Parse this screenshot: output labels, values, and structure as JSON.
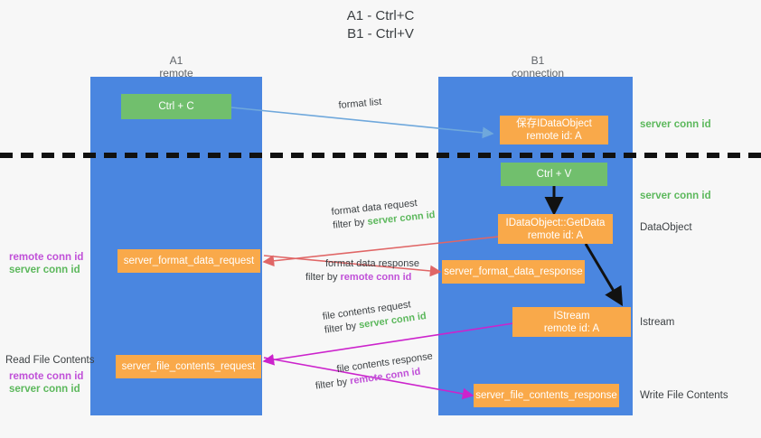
{
  "title": {
    "line1": "A1 - Ctrl+C",
    "line2": "B1 - Ctrl+V"
  },
  "columns": [
    {
      "name": "A1",
      "sub": "remote"
    },
    {
      "name": "B1",
      "sub": "connection"
    }
  ],
  "colors": {
    "lane": "#4a86e0",
    "orange": "#f9a94a",
    "green_box": "#71bf6d",
    "server_conn": "#5cb85c",
    "remote_conn": "#c050d8",
    "arrow_blue": "#6fa8dc",
    "arrow_red": "#e06666",
    "arrow_magenta": "#cc23cc",
    "arrow_black": "#000000",
    "background": "#f7f7f7"
  },
  "nodes": [
    {
      "id": "ctrl-c",
      "label1": "Ctrl + C",
      "label2": "",
      "style": "green"
    },
    {
      "id": "save-idataobject",
      "label1": "保存IDataObject",
      "label2": "remote id: A",
      "style": "orange"
    },
    {
      "id": "ctrl-v",
      "label1": "Ctrl + V",
      "label2": "",
      "style": "green"
    },
    {
      "id": "idataobject-getdata",
      "label1": "IDataObject::GetData",
      "label2": "remote id: A",
      "style": "orange"
    },
    {
      "id": "server-format-data-request",
      "label1": "server_format_data_request",
      "label2": "",
      "style": "orange"
    },
    {
      "id": "server-format-data-response",
      "label1": "server_format_data_response",
      "label2": "",
      "style": "orange"
    },
    {
      "id": "istream",
      "label1": "IStream",
      "label2": "remote id: A",
      "style": "orange"
    },
    {
      "id": "server-file-contents-request",
      "label1": "server_file_contents_request",
      "label2": "",
      "style": "orange"
    },
    {
      "id": "server-file-contents-response",
      "label1": "server_file_contents_response",
      "label2": "",
      "style": "orange"
    }
  ],
  "right_labels": [
    {
      "id": "server-conn-id-1",
      "text": "server conn id",
      "kind": "green"
    },
    {
      "id": "server-conn-id-2",
      "text": "server conn id",
      "kind": "green"
    },
    {
      "id": "dataobject",
      "text": "DataObject",
      "kind": "dark"
    },
    {
      "id": "istream-label",
      "text": "Istream",
      "kind": "dark"
    },
    {
      "id": "write-file-contents",
      "text": "Write File Contents",
      "kind": "dark"
    }
  ],
  "left_labels": [
    {
      "id": "remote-conn-id-1",
      "text": "remote conn id",
      "kind": "purple"
    },
    {
      "id": "server-conn-id-3",
      "text": "server conn id",
      "kind": "green"
    },
    {
      "id": "read-file-contents",
      "text": "Read File Contents",
      "kind": "dark"
    },
    {
      "id": "remote-conn-id-2",
      "text": "remote conn id",
      "kind": "purple"
    },
    {
      "id": "server-conn-id-4",
      "text": "server conn id",
      "kind": "green"
    }
  ],
  "edge_labels": [
    {
      "id": "format-list",
      "pre": "format list",
      "mid": "",
      "post": ""
    },
    {
      "id": "format-data-request",
      "pre": "format data request",
      "mid": "filter by ",
      "post": "server conn id",
      "post_kind": "g"
    },
    {
      "id": "format-data-response",
      "pre": "format data response",
      "mid": "filter by ",
      "post": "remote conn id",
      "post_kind": "p"
    },
    {
      "id": "file-contents-request",
      "pre": "file contents request",
      "mid": "filter by ",
      "post": "server conn id",
      "post_kind": "g"
    },
    {
      "id": "file-contents-response",
      "pre": "file contents response",
      "mid": "filter by ",
      "post": "remote conn id",
      "post_kind": "p"
    }
  ]
}
